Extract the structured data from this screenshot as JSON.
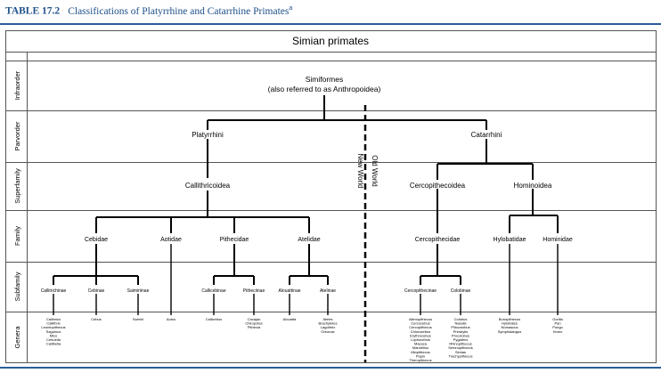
{
  "table_number": "TABLE 17.2",
  "table_title": "Classifications of Platyrrhine and Catarrhine Primates",
  "table_footnote_marker": "a",
  "header": "Simian primates",
  "row_labels": [
    "Infraorder",
    "Parvorder",
    "Superfamily",
    "Family",
    "Subfamily",
    "Genera"
  ],
  "infraorder": {
    "name": "Simiformes",
    "note": "(also referred to as Anthropoidea)"
  },
  "divider_labels": {
    "new_world": "New World",
    "old_world": "Old World"
  },
  "parvorders": [
    "Platyrrhini",
    "Catarrhini"
  ],
  "superfamilies": [
    "Callithricoidea",
    "Cercopithecoidea",
    "Hominoidea"
  ],
  "families": [
    "Cebidae",
    "Aotidae",
    "Pithecidae",
    "Atelidae",
    "Cercopithecidae",
    "Hylobatidae",
    "Hominidae"
  ],
  "subfamilies": [
    "Callitrichinae",
    "Cebinae",
    "Saimiriinae",
    "Callicebinae",
    "Pitheciinae",
    "Alouattinae",
    "Atelinae",
    "Cercopithecinae",
    "Colobinae"
  ],
  "genera": [
    [
      "Callimico",
      "Callithrix",
      "Leontopithecus",
      "Saguinus",
      "Mico",
      "Cebuella",
      "Callibella"
    ],
    [
      "Cebus"
    ],
    [
      "Saimiri"
    ],
    [
      "Aotus"
    ],
    [
      "Callicebus"
    ],
    [
      "Cacajao",
      "Chiropotes",
      "Pithecia"
    ],
    [
      "Alouatta"
    ],
    [
      "Ateles",
      "Brachyteles",
      "Lagothrix",
      "Oreonax"
    ],
    [
      "Allenopithecus",
      "Cercocebus",
      "Cercopithecus",
      "Chlorocebus",
      "Erythrocebus",
      "Lophocebus",
      "Macaca",
      "Mandrillus",
      "Miopithecus",
      "Papio",
      "Theropithecus"
    ],
    [
      "Colobus",
      "Nasalis",
      "Piliocolobus",
      "Presbytis",
      "Procolobus",
      "Pygathrix",
      "Rhinopithecus",
      "Semnopithecus",
      "Simias",
      "Trachypithecus"
    ],
    [
      "Bunopithecus",
      "Hylobates",
      "Nomascus",
      "Symphalangus"
    ],
    [
      "Gorilla",
      "Pan",
      "Pongo",
      "Homo"
    ]
  ],
  "colors": {
    "title_blue": "#1d4f8a",
    "rule_blue": "#2a5d9a",
    "line": "#000000",
    "border": "#555555"
  }
}
